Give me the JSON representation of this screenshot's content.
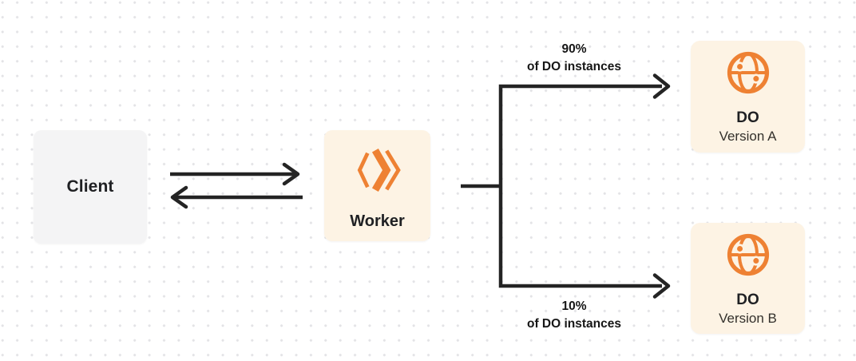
{
  "diagram": {
    "nodes": {
      "client": {
        "label": "Client"
      },
      "worker": {
        "label": "Worker",
        "icon": "cloudflare-workers-icon"
      },
      "do_version_a": {
        "title": "DO",
        "subtitle": "Version A",
        "icon": "durable-object-globe-icon"
      },
      "do_version_b": {
        "title": "DO",
        "subtitle": "Version B",
        "icon": "durable-object-globe-icon"
      }
    },
    "branches": {
      "top": {
        "percent": "90%",
        "caption": "of DO instances"
      },
      "bottom": {
        "percent": "10%",
        "caption": "of DO instances"
      }
    },
    "edges": [
      "client -> worker",
      "worker -> client",
      "worker -> do_version_a (90% of DO instances)",
      "worker -> do_version_b (10% of DO instances)"
    ],
    "colors": {
      "accent_orange": "#ee8133",
      "node_cream_bg": "#fdf3e4",
      "client_gray_bg": "#f4f4f5",
      "connector_line": "#242424",
      "dot_grid": "#e3e3e6",
      "text": "#1f2023"
    }
  }
}
